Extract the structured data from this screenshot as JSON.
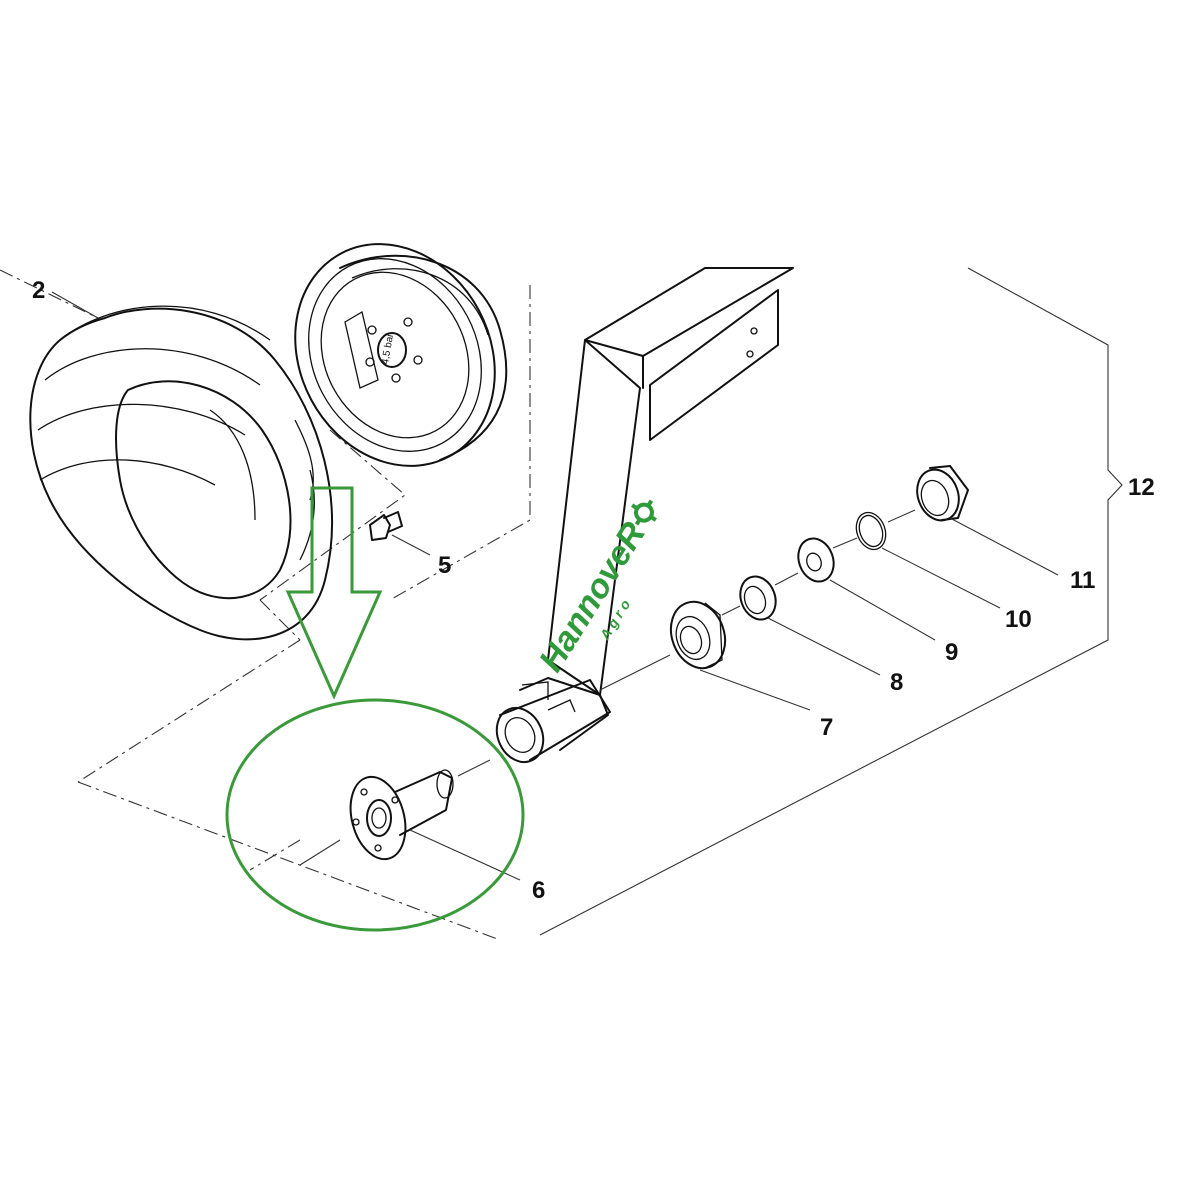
{
  "diagram": {
    "callouts": {
      "tyre": "2",
      "bolt": "5",
      "hub": "6",
      "bearing": "7",
      "seal_ring": "8",
      "washer": "9",
      "circlip": "10",
      "spacer_ring": "11",
      "assembly": "12"
    },
    "rim_marking": "4,5 bar",
    "watermark": {
      "brand": "HannoveR",
      "sub": "A g r o"
    },
    "colors": {
      "line": "#111111",
      "highlight": "#3a9a3a",
      "watermark": "#2f9a3a"
    }
  }
}
